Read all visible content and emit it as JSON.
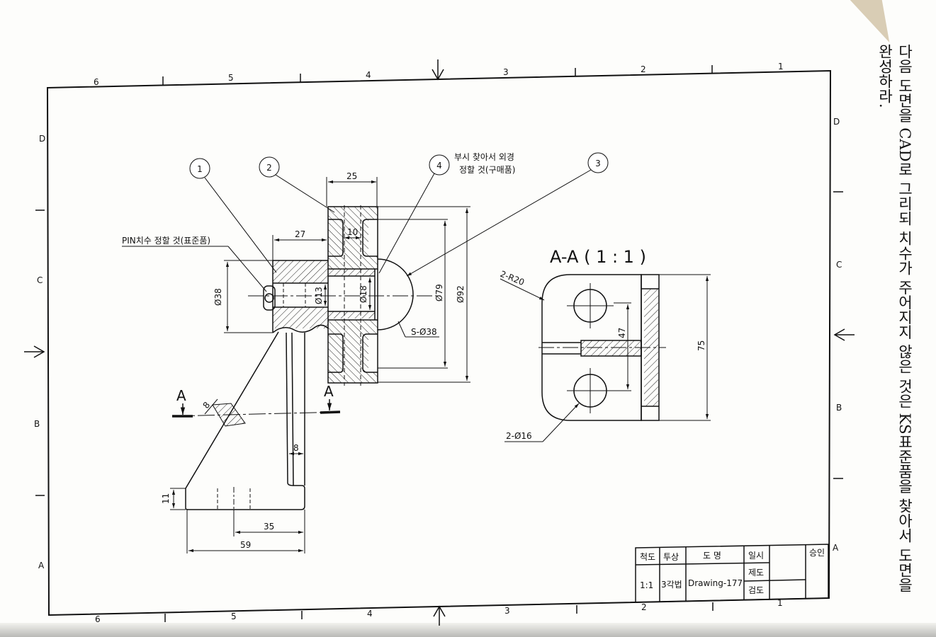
{
  "instruction": {
    "line1": "다음 도면을 CAD로 그리되 치수가 주어지지 않은 것은 KS표준품을 찾아서 도면을",
    "line2": "완성하라."
  },
  "frame": {
    "top_zones": [
      "6",
      "5",
      "4",
      "3",
      "2",
      "1"
    ],
    "bottom_zones": [
      "6",
      "5",
      "4",
      "3",
      "2",
      "1"
    ],
    "left_zones": [
      "D",
      "C",
      "B",
      "A"
    ],
    "right_zones": [
      "D",
      "C",
      "B",
      "A"
    ]
  },
  "balloons": [
    "1",
    "2",
    "4",
    "3"
  ],
  "notes": {
    "pin": "PIN치수 정할 것(표준품)",
    "purchase_line1": "부시 찾아서 외경",
    "purchase_line2": "정할 것(구매품)"
  },
  "section_marker": "A",
  "section_title": "A-A ( 1 : 1 )",
  "dimensions": {
    "d25": "25",
    "d27": "27",
    "d10": "10",
    "d38": "Ø38",
    "d13": "Ø13",
    "d18": "Ø18",
    "d79": "Ø79",
    "d92": "Ø92",
    "sphere": "S-Ø38",
    "d8a": "8",
    "d8b": "8",
    "d11": "11",
    "d35": "35",
    "d59": "59",
    "r20": "2-R20",
    "d47": "47",
    "d75": "75",
    "holes": "2-Ø16"
  },
  "title_block": {
    "h_scale": "척도",
    "h_projection": "투상",
    "h_name": "도   명",
    "h_date": "일시",
    "h_approval": "승인",
    "scale": "1:1",
    "projection": "3각법",
    "name": "Drawing-177",
    "drafted": "제도",
    "checked": "검도"
  }
}
